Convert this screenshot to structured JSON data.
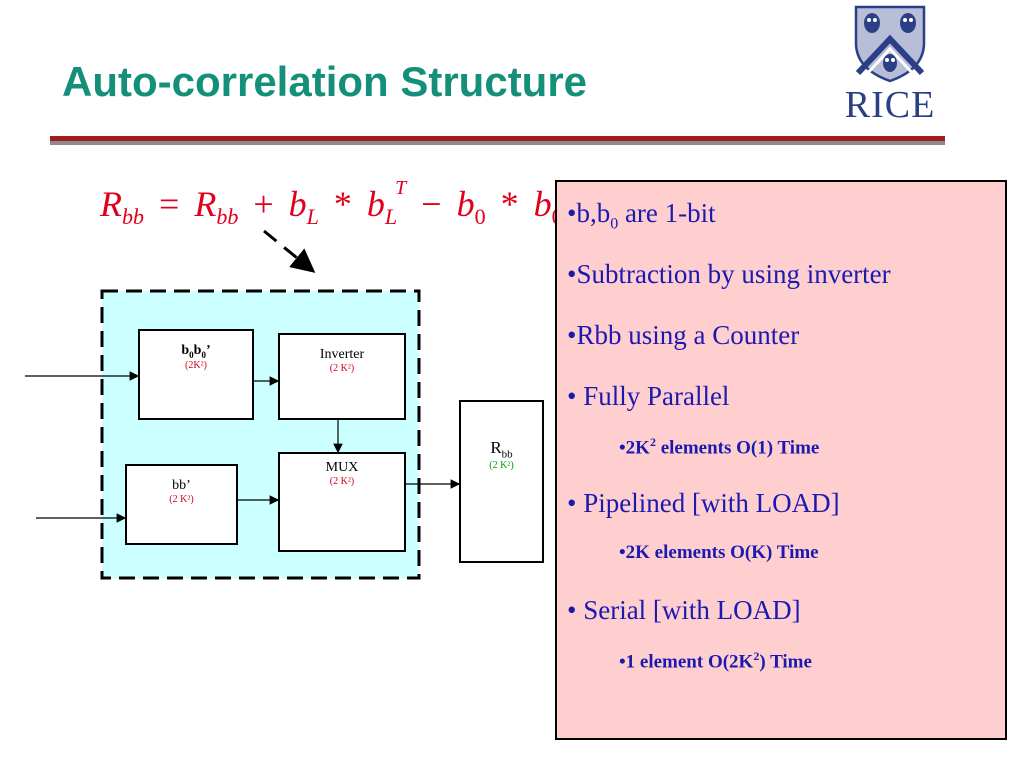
{
  "slide": {
    "title": "Auto-correlation Structure",
    "accent_color": "#14907a",
    "rule_colors": [
      "#a31b1b",
      "#8b8b8b"
    ]
  },
  "logo": {
    "text": "RICE",
    "icon": "rice-shield-icon",
    "color": "#2b3f86"
  },
  "equation": {
    "R": "R",
    "bb": "bb",
    "equals": "=",
    "plus": "+",
    "b": "b",
    "L": "L",
    "times": "*",
    "T": "T",
    "minus": "−",
    "zero": "0",
    "color": "#e0001b"
  },
  "diagram": {
    "background": "#ccffff",
    "blocks": {
      "b0b0": {
        "name_main": "b",
        "sub1": "0",
        "mid": "b",
        "sub2": "0",
        "prime": "’",
        "size": "(2K²)"
      },
      "inverter": {
        "name": "Inverter",
        "size": "(2 K²)"
      },
      "bb": {
        "name": "bb’",
        "size": "(2 K²)"
      },
      "mux": {
        "name": "MUX",
        "size": "(2 K²)"
      },
      "rbb": {
        "name_main": "R",
        "name_sub": "bb",
        "size": "(2 K²)"
      }
    }
  },
  "bullets": [
    {
      "prefix": "•b,b",
      "sub": "0",
      "suffix": " are 1-bit"
    },
    {
      "text": "•Subtraction by using inverter"
    },
    {
      "text": "•Rbb using a Counter"
    },
    {
      "text": "• Fully Parallel"
    },
    {
      "pre": "•2K",
      "sup": "2",
      "post": " elements O(1) Time"
    },
    {
      "text": "• Pipelined [with LOAD]"
    },
    {
      "text": "•2K elements O(K) Time"
    },
    {
      "text": "• Serial [with LOAD]"
    },
    {
      "pre": "•1 element O(2K",
      "sup": "2",
      "post": ") Time"
    }
  ],
  "panel_background": "#ffcfcf",
  "bullet_color": "#1a1ab0"
}
